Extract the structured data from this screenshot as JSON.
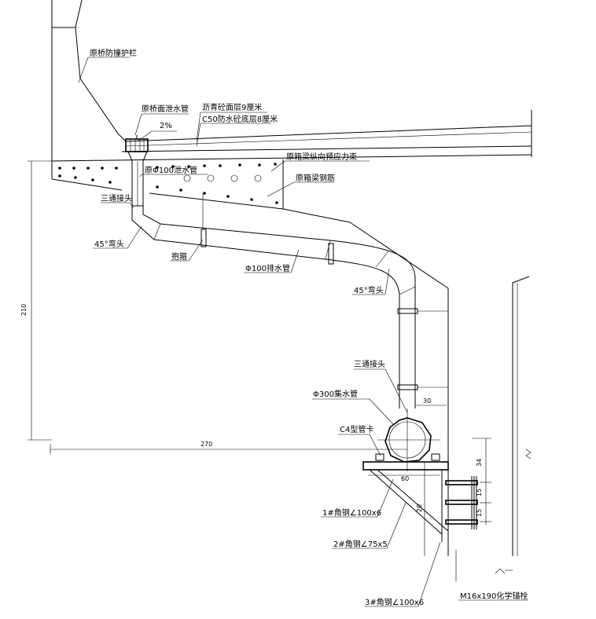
{
  "labels": {
    "guardrail": "原桥防撞护栏",
    "deck_drain": "原桥面泄水管",
    "slope": "2%",
    "asphalt": "沥青砼面层9厘米",
    "concrete": "C50防水砼底层8厘米",
    "prestress": "原箱梁纵向预应力束",
    "rebar": "原箱梁钢筋",
    "drain100_in_deck": "原Φ100泄水管",
    "tee_upper": "三通接头",
    "elbow_left": "45°弯头",
    "clamp": "抱箍",
    "pipe100": "Φ100排水管",
    "elbow_right": "45°弯头",
    "tee_lower": "三通接头",
    "pipe300": "Φ300集水管",
    "c4_clamp": "C4型管卡",
    "angle1": "1#角钢∠100x6",
    "angle2": "2#角钢∠75x5",
    "angle3": "3#角钢∠100x6",
    "bolt": "M16x190化学锚栓"
  },
  "dimensions": {
    "height_210": "210",
    "width_270": "270",
    "d30": "30",
    "d60": "60",
    "d34": "34",
    "d15a": "15",
    "d15b": "15",
    "d20": "20"
  }
}
